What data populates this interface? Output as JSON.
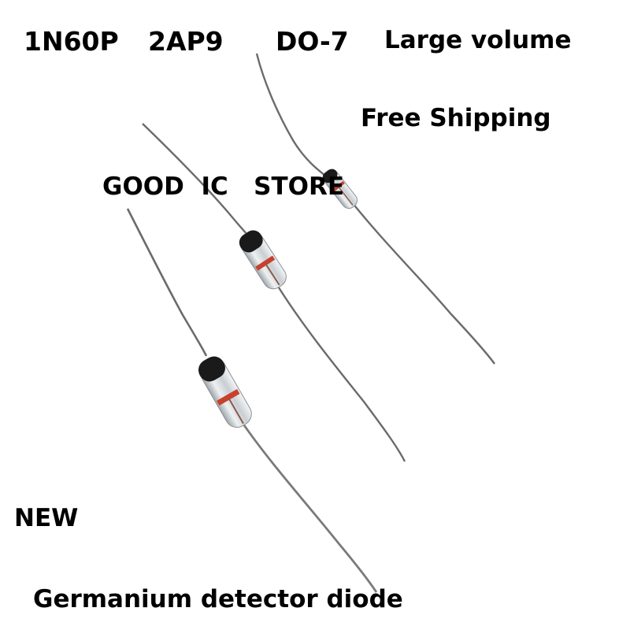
{
  "captions": {
    "part_number_1": "1N60P",
    "part_number_2": "2AP9",
    "package": "DO-7",
    "volume": "Large volume",
    "shipping": "Free Shipping",
    "store": "GOOD  IC   STORE",
    "condition": "NEW",
    "description": "Germanium detector diode"
  },
  "colors": {
    "background": "#ffffff",
    "text": "#000000",
    "lead_wire": "#6b6b6b",
    "glass_body": "#d9dde0",
    "black_band": "#1a1a1a",
    "red_band": "#c8412e"
  }
}
